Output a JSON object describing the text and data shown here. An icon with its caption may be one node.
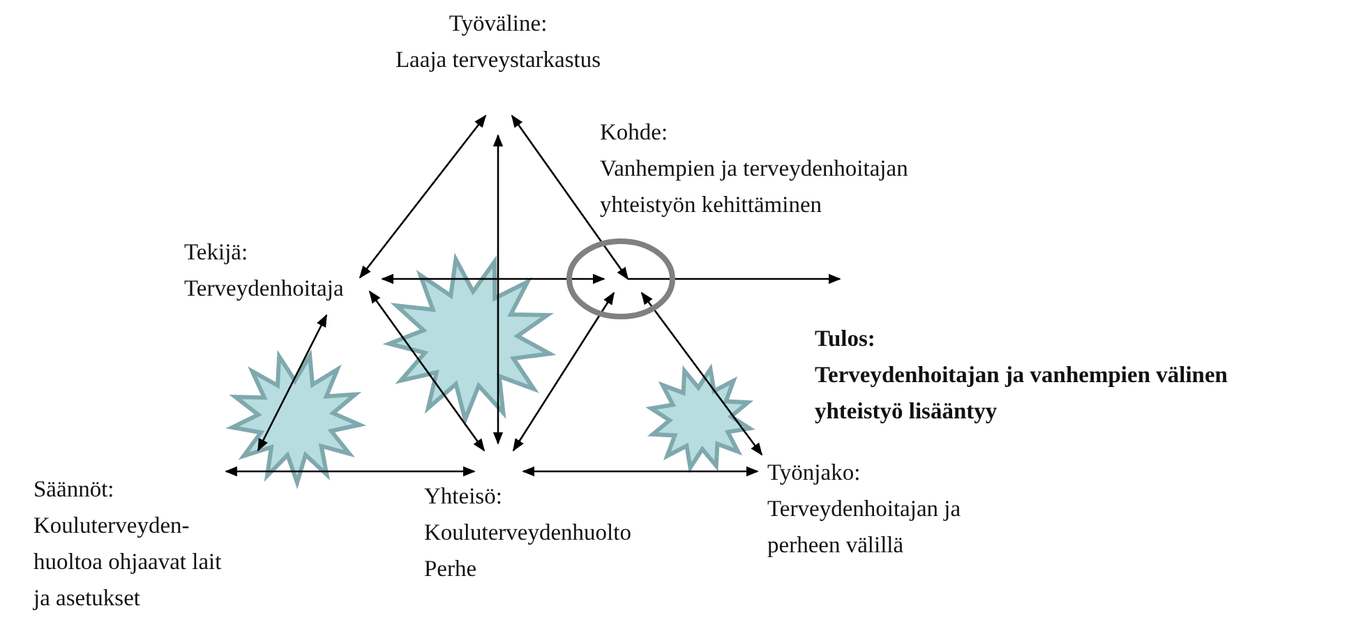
{
  "diagram": {
    "nodes": [
      {
        "text": [
          "Työväline:",
          "Laaja terveystarkastus"
        ]
      },
      {
        "text": [],
        "shape": "circle",
        "beside": [
          "Kohde:",
          "Vanhempien ja terveydenhoitajan yhteistyön kehittäminen"
        ]
      },
      {
        "text": [
          "Tekijä:",
          "Terveydenhoitaja"
        ]
      },
      {
        "text": [
          "Tulos:",
          "Terveydenhoitajan ja vanhempien välinen yhteistyö lisääntyy"
        ]
      },
      {
        "text": [
          "Säännöt:",
          "Kouluterveyden-huoltoa ohjaavat lait ja asetukset"
        ]
      },
      {
        "text": [
          "Yhteisö:",
          "Kouluterveydenhuolto Perhe"
        ]
      },
      {
        "text": [
          "Työnjako:",
          "Terveydenhoitajan ja perheen välillä"
        ]
      }
    ],
    "edges": [
      {
        "from": 2,
        "to": 0,
        "arrow": "both"
      },
      {
        "from": 1,
        "to": 0,
        "arrow": "both"
      },
      {
        "from": 5,
        "to": 0,
        "arrow": "both"
      },
      {
        "from": 2,
        "to": 1,
        "arrow": "both"
      },
      {
        "from": 1,
        "to": 3,
        "arrow": "to"
      },
      {
        "from": 4,
        "to": 2,
        "arrow": "both"
      },
      {
        "from": 2,
        "to": 5,
        "arrow": "both"
      },
      {
        "from": 5,
        "to": 1,
        "arrow": "both"
      },
      {
        "from": 6,
        "to": 1,
        "arrow": "both"
      },
      {
        "from": 4,
        "to": 5,
        "arrow": "both"
      },
      {
        "from": 5,
        "to": 6,
        "arrow": "both"
      }
    ]
  }
}
